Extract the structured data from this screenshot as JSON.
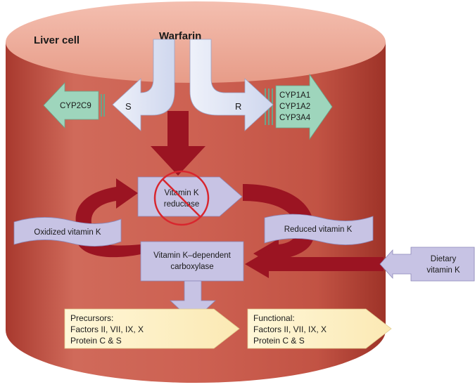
{
  "labels": {
    "cell": "Liver cell",
    "drug": "Warfarin",
    "s_enantiomer": "S",
    "r_enantiomer": "R",
    "s_metabolizer": "CYP2C9",
    "r_metabolizers": [
      "CYP1A1",
      "CYP1A2",
      "CYP3A4"
    ],
    "reductase": [
      "Vitamin K",
      "reductase"
    ],
    "oxidized": "Oxidized vitamin K",
    "reduced": "Reduced vitamin K",
    "carboxylase": [
      "Vitamin K–dependent",
      "carboxylase"
    ],
    "dietary": [
      "Dietary",
      "vitamin K"
    ],
    "precursors": [
      "Precursors:",
      "Factors II, VII, IX, X",
      "Protein C & S"
    ],
    "functional": [
      "Functional:",
      "Factors II, VII, IX, X",
      "Protein C & S"
    ]
  },
  "colors": {
    "cylinder_side": "#c9584a",
    "cylinder_top": "#f0b0a0",
    "dark_arrow": "#9b1422",
    "warfarin_arrow": "#dde3f2",
    "lavender_box": "#c7c3e4",
    "green_arrow": "#9ed5bc",
    "cream_arrow": "#fdf3cf",
    "inhibit_red": "#d8262e"
  }
}
